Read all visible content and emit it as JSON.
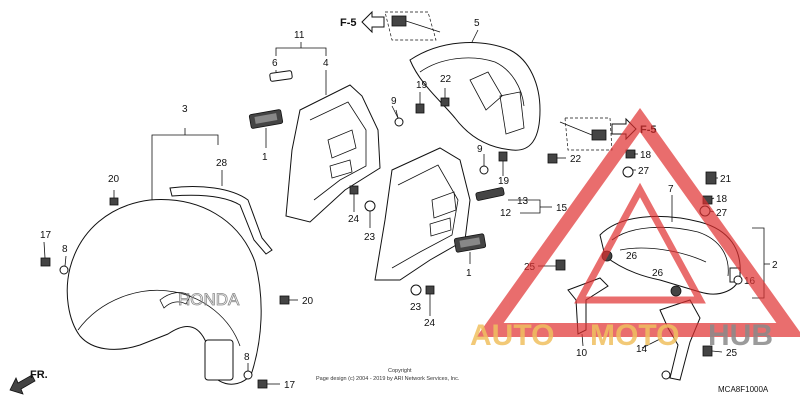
{
  "diagram": {
    "callouts": [
      "1",
      "2",
      "3",
      "4",
      "5",
      "6",
      "7",
      "8",
      "9",
      "10",
      "11",
      "12",
      "13",
      "14",
      "15",
      "16",
      "17",
      "18",
      "19",
      "20",
      "21",
      "22",
      "23",
      "24",
      "25",
      "26",
      "27",
      "28"
    ],
    "ref_forward": "F-5",
    "ref_back": "F-5",
    "front_label": "FR.",
    "copyright_line1": "Copyright",
    "copyright_line2": "Page design (c) 2004 - 2019 by ARI Network Services, Inc.",
    "figure_code": "MCA8F1000A",
    "emboss": "HONDA"
  },
  "watermark": {
    "text_a": "AUTO",
    "text_b": "MOTO",
    "text_c": "HUB",
    "colors": {
      "auto": "#f0c060",
      "moto": "#f0c060",
      "hub": "#8a8a8a",
      "triangle": "#e03030"
    }
  }
}
